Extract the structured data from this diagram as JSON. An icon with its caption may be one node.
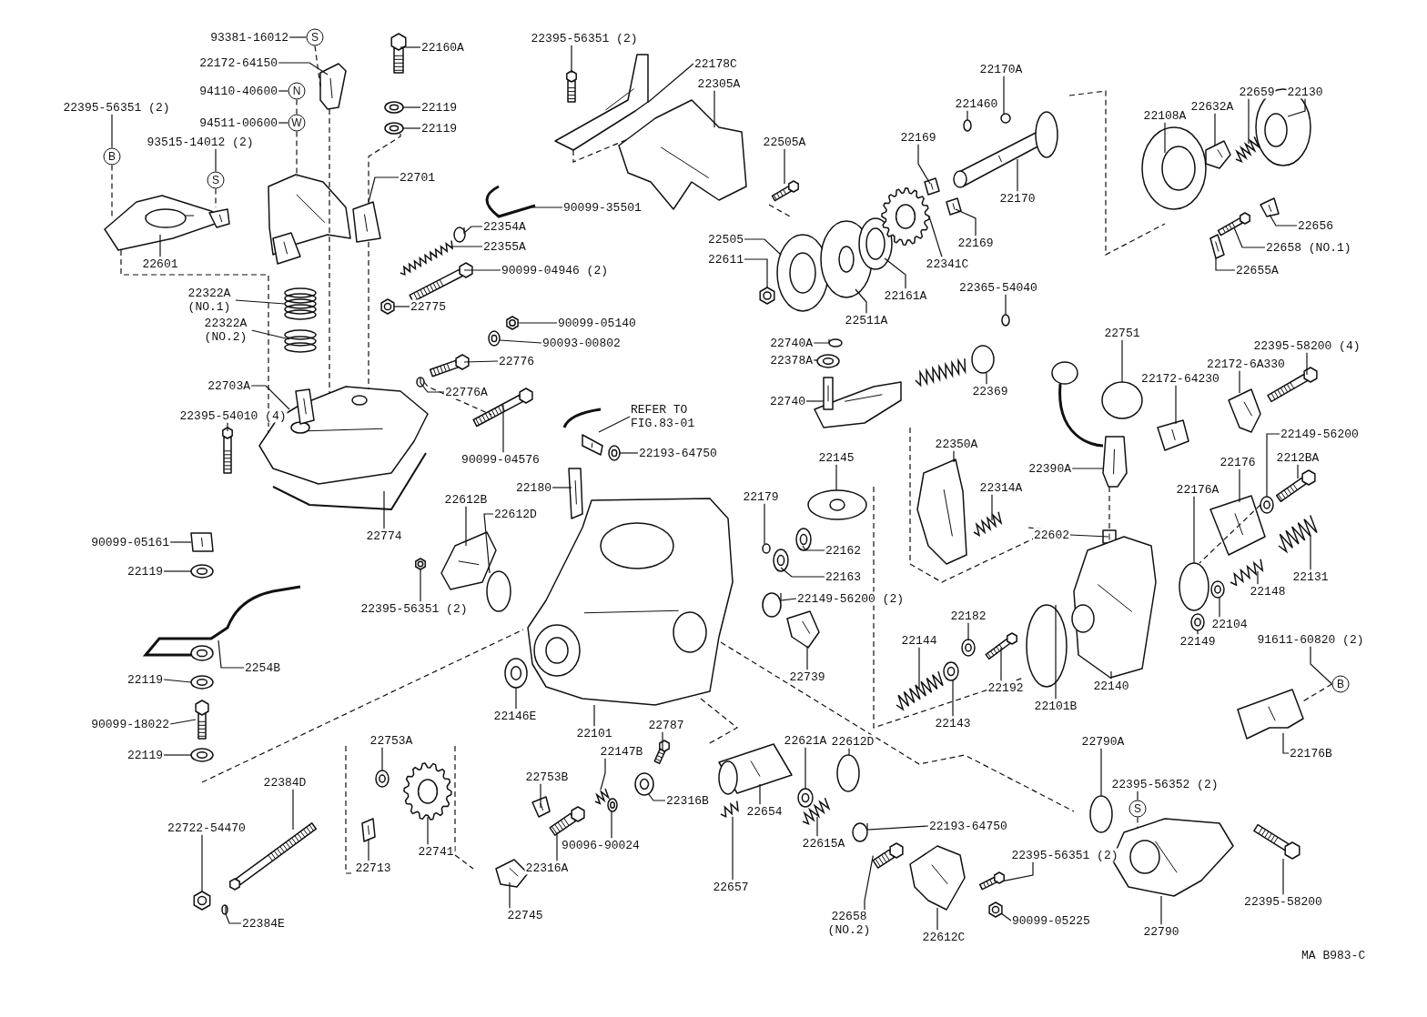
{
  "diagram": {
    "nodes": [
      {
        "text": [
          "93381-16012"
        ]
      },
      {
        "text": [
          "S"
        ]
      },
      {
        "text": [
          "22172-64150"
        ]
      },
      {
        "text": [
          "94110-40600"
        ]
      },
      {
        "text": [
          "N"
        ]
      },
      {
        "text": [
          "94511-00600"
        ]
      },
      {
        "text": [
          "W"
        ]
      },
      {
        "text": [
          "22395-56351 (2)"
        ]
      },
      {
        "text": [
          "B"
        ]
      },
      {
        "text": [
          "93515-14012 (2)"
        ]
      },
      {
        "text": [
          "S"
        ]
      },
      {
        "text": [
          "22601"
        ]
      },
      {
        "text": [
          "22160A"
        ]
      },
      {
        "text": [
          "22119"
        ]
      },
      {
        "text": [
          "22119"
        ]
      },
      {
        "text": [
          "22701"
        ]
      },
      {
        "text": [
          "90099-35501"
        ]
      },
      {
        "text": [
          "22354A"
        ]
      },
      {
        "text": [
          "22355A"
        ]
      },
      {
        "text": [
          "90099-04946 (2)"
        ]
      },
      {
        "text": [
          "22775"
        ]
      },
      {
        "text": [
          "90099-05140"
        ]
      },
      {
        "text": [
          "90093-00802"
        ]
      },
      {
        "text": [
          "22776"
        ]
      },
      {
        "text": [
          "22776A"
        ]
      },
      {
        "text": [
          "90099-04576"
        ]
      },
      {
        "text": [
          "22322A (NO.1)"
        ]
      },
      {
        "text": [
          "22322A (NO.2)"
        ]
      },
      {
        "text": [
          "22703A"
        ]
      },
      {
        "text": [
          "22395-54010 (4)"
        ]
      },
      {
        "text": [
          "22774"
        ]
      },
      {
        "text": [
          "22395-56351 (2)"
        ]
      },
      {
        "text": [
          "22178C"
        ]
      },
      {
        "text": [
          "22305A"
        ]
      },
      {
        "text": [
          "22505A"
        ]
      },
      {
        "text": [
          "22505"
        ]
      },
      {
        "text": [
          "22611"
        ]
      },
      {
        "text": [
          "22511A"
        ]
      },
      {
        "text": [
          "22161A"
        ]
      },
      {
        "text": [
          "22341C"
        ]
      },
      {
        "text": [
          "22169"
        ]
      },
      {
        "text": [
          "22169"
        ]
      },
      {
        "text": [
          "221460"
        ]
      },
      {
        "text": [
          "22170A"
        ]
      },
      {
        "text": [
          "22170"
        ]
      },
      {
        "text": [
          "22108A"
        ]
      },
      {
        "text": [
          "22632A"
        ]
      },
      {
        "text": [
          "22659"
        ]
      },
      {
        "text": [
          "22130"
        ]
      },
      {
        "text": [
          "22656"
        ]
      },
      {
        "text": [
          "22658 (NO.1)"
        ]
      },
      {
        "text": [
          "22655A"
        ]
      },
      {
        "text": [
          "22365-54040"
        ]
      },
      {
        "text": [
          "22740A"
        ]
      },
      {
        "text": [
          "22378A"
        ]
      },
      {
        "text": [
          "22740"
        ]
      },
      {
        "text": [
          "22369"
        ]
      },
      {
        "text": [
          "22751"
        ]
      },
      {
        "text": [
          "22172-64230"
        ]
      },
      {
        "text": [
          "22172-6A330"
        ]
      },
      {
        "text": [
          "22395-58200 (4)"
        ]
      },
      {
        "text": [
          "22145"
        ]
      },
      {
        "text": [
          "22350A"
        ]
      },
      {
        "text": [
          "22314A"
        ]
      },
      {
        "text": [
          "22390A"
        ]
      },
      {
        "text": [
          "22602"
        ]
      },
      {
        "text": [
          "22149-56200"
        ]
      },
      {
        "text": [
          "22176"
        ]
      },
      {
        "text": [
          "2212BA"
        ]
      },
      {
        "text": [
          "22179"
        ]
      },
      {
        "text": [
          "22162"
        ]
      },
      {
        "text": [
          "22163"
        ]
      },
      {
        "text": [
          "22149-56200 (2)"
        ]
      },
      {
        "text": [
          "22739"
        ]
      },
      {
        "text": [
          "22176A"
        ]
      },
      {
        "text": [
          "22131"
        ]
      },
      {
        "text": [
          "22148"
        ]
      },
      {
        "text": [
          "22104"
        ]
      },
      {
        "text": [
          "22149"
        ]
      },
      {
        "text": [
          "22144"
        ]
      },
      {
        "text": [
          "22182"
        ]
      },
      {
        "text": [
          "22192"
        ]
      },
      {
        "text": [
          "22101B"
        ]
      },
      {
        "text": [
          "22140"
        ]
      },
      {
        "text": [
          "22143"
        ]
      },
      {
        "text": [
          "91611-60820 (2)"
        ]
      },
      {
        "text": [
          "B"
        ]
      },
      {
        "text": [
          "22176B"
        ]
      },
      {
        "text": [
          "22193-64750"
        ]
      },
      {
        "text": [
          "REFER TO FIG.83-01"
        ]
      },
      {
        "text": [
          "22180"
        ]
      },
      {
        "text": [
          "22612B"
        ]
      },
      {
        "text": [
          "22612D"
        ]
      },
      {
        "text": [
          "22395-56351 (2)"
        ]
      },
      {
        "text": [
          "90099-05161"
        ]
      },
      {
        "text": [
          "22119"
        ]
      },
      {
        "text": [
          "2254B"
        ]
      },
      {
        "text": [
          "22119"
        ]
      },
      {
        "text": [
          "90099-18022"
        ]
      },
      {
        "text": [
          "22119"
        ]
      },
      {
        "text": [
          "22146E"
        ]
      },
      {
        "text": [
          "22101"
        ]
      },
      {
        "text": [
          "22787"
        ]
      },
      {
        "text": [
          "22147B"
        ]
      },
      {
        "text": [
          "22753A"
        ]
      },
      {
        "text": [
          "22753B"
        ]
      },
      {
        "text": [
          "22316B"
        ]
      },
      {
        "text": [
          "90096-90024"
        ]
      },
      {
        "text": [
          "22316A"
        ]
      },
      {
        "text": [
          "22745"
        ]
      },
      {
        "text": [
          "22384D"
        ]
      },
      {
        "text": [
          "22722-54470"
        ]
      },
      {
        "text": [
          "22713"
        ]
      },
      {
        "text": [
          "22741"
        ]
      },
      {
        "text": [
          "22384E"
        ]
      },
      {
        "text": [
          "22621A"
        ]
      },
      {
        "text": [
          "22654"
        ]
      },
      {
        "text": [
          "22657"
        ]
      },
      {
        "text": [
          "22615A"
        ]
      },
      {
        "text": [
          "22612D"
        ]
      },
      {
        "text": [
          "22193-64750"
        ]
      },
      {
        "text": [
          "22658 (NO.2)"
        ]
      },
      {
        "text": [
          "22612C"
        ]
      },
      {
        "text": [
          "22395-56351 (2)"
        ]
      },
      {
        "text": [
          "90099-05225"
        ]
      },
      {
        "text": [
          "22790A"
        ]
      },
      {
        "text": [
          "22395-56352 (2)"
        ]
      },
      {
        "text": [
          "S"
        ]
      },
      {
        "text": [
          "22395-58200"
        ]
      },
      {
        "text": [
          "22790"
        ]
      },
      {
        "text": [],
        "shape": "picture"
      },
      {
        "text": [],
        "shape": "picture"
      },
      {
        "text": [],
        "shape": "picture"
      },
      {
        "text": [],
        "shape": "picture"
      },
      {
        "text": [],
        "shape": "picture"
      },
      {
        "text": [],
        "shape": "picture"
      },
      {
        "text": [],
        "shape": "picture"
      },
      {
        "text": [],
        "shape": "picture"
      },
      {
        "text": [],
        "shape": "circle"
      },
      {
        "text": [],
        "shape": "picture"
      },
      {
        "text": [],
        "shape": "picture"
      },
      {
        "text": [],
        "shape": "picture"
      },
      {
        "text": [],
        "shape": "picture"
      },
      {
        "text": [],
        "shape": "picture"
      },
      {
        "text": [],
        "shape": "picture"
      },
      {
        "text": [],
        "shape": "circle"
      },
      {
        "text": [],
        "shape": "picture"
      },
      {
        "text": [],
        "shape": "picture"
      },
      {
        "text": [],
        "shape": "picture"
      },
      {
        "text": [],
        "shape": "picture"
      },
      {
        "text": [],
        "shape": "picture"
      },
      {
        "text": [],
        "shape": "picture"
      },
      {
        "text": [],
        "shape": "picture"
      },
      {
        "text": [],
        "shape": "picture"
      },
      {
        "text": [],
        "shape": "picture"
      },
      {
        "text": [],
        "shape": "picture"
      },
      {
        "text": [],
        "shape": "picture"
      },
      {
        "text": [],
        "shape": "picture"
      },
      {
        "text": [],
        "shape": "picture"
      },
      {
        "text": [],
        "shape": "picture"
      },
      {
        "text": [],
        "shape": "picture"
      },
      {
        "text": [],
        "shape": "picture"
      },
      {
        "text": [],
        "shape": "picture"
      },
      {
        "text": [],
        "shape": "circle"
      },
      {
        "text": [],
        "shape": "circle"
      },
      {
        "text": [],
        "shape": "picture"
      },
      {
        "text": [],
        "shape": "picture"
      },
      {
        "text": [],
        "shape": "picture"
      },
      {
        "text": [],
        "shape": "picture"
      },
      {
        "text": [],
        "shape": "picture"
      },
      {
        "text": [],
        "shape": "picture"
      },
      {
        "text": [],
        "shape": "picture"
      },
      {
        "text": [],
        "shape": "picture"
      },
      {
        "text": [],
        "shape": "circle"
      },
      {
        "text": [],
        "shape": "circle"
      },
      {
        "text": [],
        "shape": "picture"
      },
      {
        "text": [],
        "shape": "picture"
      },
      {
        "text": [],
        "shape": "picture"
      },
      {
        "text": [],
        "shape": "circle"
      },
      {
        "text": [],
        "shape": "picture"
      },
      {
        "text": [],
        "shape": "picture"
      },
      {
        "text": [],
        "shape": "picture"
      },
      {
        "text": [],
        "shape": "picture"
      },
      {
        "text": [],
        "shape": "picture"
      },
      {
        "text": [],
        "shape": "picture"
      },
      {
        "text": [],
        "shape": "picture"
      },
      {
        "text": [],
        "shape": "picture"
      },
      {
        "text": [],
        "shape": "picture"
      },
      {
        "text": [],
        "shape": "picture"
      },
      {
        "text": [],
        "shape": "picture"
      },
      {
        "text": [],
        "shape": "circle"
      },
      {
        "text": [],
        "shape": "picture"
      },
      {
        "text": [],
        "shape": "picture"
      },
      {
        "text": [],
        "shape": "circle"
      },
      {
        "text": [],
        "shape": "picture"
      },
      {
        "text": [],
        "shape": "circle"
      },
      {
        "text": [],
        "shape": "picture"
      },
      {
        "text": [],
        "shape": "picture"
      },
      {
        "text": [],
        "shape": "picture"
      },
      {
        "text": [],
        "shape": "picture"
      },
      {
        "text": [],
        "shape": "picture"
      },
      {
        "text": [],
        "shape": "picture"
      },
      {
        "text": [],
        "shape": "picture"
      },
      {
        "text": [],
        "shape": "circle"
      },
      {
        "text": [],
        "shape": "picture"
      },
      {
        "text": [],
        "shape": "picture"
      },
      {
        "text": [],
        "shape": "picture"
      },
      {
        "text": [],
        "shape": "picture"
      },
      {
        "text": [],
        "shape": "picture"
      },
      {
        "text": [],
        "shape": "picture"
      },
      {
        "text": [],
        "shape": "picture"
      },
      {
        "text": [],
        "shape": "circle"
      },
      {
        "text": [],
        "shape": "picture"
      },
      {
        "text": [],
        "shape": "picture"
      },
      {
        "text": [],
        "shape": "picture"
      },
      {
        "text": [],
        "shape": "picture"
      },
      {
        "text": [],
        "shape": "picture"
      },
      {
        "text": [],
        "shape": "picture"
      },
      {
        "text": [],
        "shape": "picture"
      },
      {
        "text": [],
        "shape": "picture"
      },
      {
        "text": [],
        "shape": "picture"
      },
      {
        "text": [],
        "shape": "picture"
      },
      {
        "text": [],
        "shape": "picture"
      },
      {
        "text": [],
        "shape": "picture"
      },
      {
        "text": [],
        "shape": "picture"
      },
      {
        "text": [],
        "shape": "picture"
      },
      {
        "text": [],
        "shape": "picture"
      },
      {
        "text": [],
        "shape": "picture"
      },
      {
        "text": [],
        "shape": "picture"
      },
      {
        "text": [],
        "shape": "picture"
      },
      {
        "text": [],
        "shape": "picture"
      },
      {
        "text": [],
        "shape": "picture"
      },
      {
        "text": [],
        "shape": "picture"
      },
      {
        "text": [],
        "shape": "circle"
      },
      {
        "text": [],
        "shape": "picture"
      },
      {
        "text": [],
        "shape": "picture"
      },
      {
        "text": [],
        "shape": "picture"
      },
      {
        "text": [],
        "shape": "picture"
      },
      {
        "text": [],
        "shape": "circle"
      },
      {
        "text": [],
        "shape": "circle"
      },
      {
        "text": [],
        "shape": "picture"
      },
      {
        "text": [],
        "shape": "picture"
      },
      {
        "text": [],
        "shape": "picture"
      },
      {
        "text": [],
        "shape": "picture"
      },
      {
        "text": [],
        "shape": "circle"
      },
      {
        "text": [],
        "shape": "picture"
      },
      {
        "text": [],
        "shape": "picture"
      }
    ],
    "edges": [
      {
        "from": 0,
        "to": 1,
        "arrow": "none"
      },
      {
        "from": 1,
        "to": 130,
        "arrow": "none",
        "style": "dashed"
      },
      {
        "from": 2,
        "to": 130,
        "arrow": "none"
      },
      {
        "from": 3,
        "to": 4,
        "arrow": "none"
      },
      {
        "from": 4,
        "to": 6,
        "arrow": "none",
        "style": "dashed"
      },
      {
        "from": 5,
        "to": 6,
        "arrow": "none"
      },
      {
        "from": 6,
        "to": 131,
        "arrow": "none",
        "style": "dashed"
      },
      {
        "from": 7,
        "to": 8,
        "arrow": "none"
      },
      {
        "from": 8,
        "to": 132,
        "arrow": "none",
        "style": "dashed"
      },
      {
        "from": 9,
        "to": 10,
        "arrow": "none"
      },
      {
        "from": 10,
        "to": 132,
        "arrow": "none",
        "style": "dashed"
      },
      {
        "from": 11,
        "to": 132,
        "arrow": "none"
      },
      {
        "from": 12,
        "to": 133,
        "arrow": "none"
      },
      {
        "from": 13,
        "to": 134,
        "arrow": "none"
      },
      {
        "from": 14,
        "to": 135,
        "arrow": "none"
      },
      {
        "from": 15,
        "to": 136,
        "arrow": "none"
      },
      {
        "from": 16,
        "to": 137,
        "arrow": "none"
      },
      {
        "from": 17,
        "to": 138,
        "arrow": "none"
      },
      {
        "from": 18,
        "to": 139,
        "arrow": "none"
      },
      {
        "from": 19,
        "to": 140,
        "arrow": "none"
      },
      {
        "from": 20,
        "to": 141,
        "arrow": "none"
      },
      {
        "from": 21,
        "to": 142,
        "arrow": "none"
      },
      {
        "from": 22,
        "to": 143,
        "arrow": "none"
      },
      {
        "from": 23,
        "to": 144,
        "arrow": "none"
      },
      {
        "from": 24,
        "to": 145,
        "arrow": "none"
      },
      {
        "from": 25,
        "to": 146,
        "arrow": "none"
      },
      {
        "from": 26,
        "to": 147,
        "arrow": "none"
      },
      {
        "from": 27,
        "to": 148,
        "arrow": "none"
      },
      {
        "from": 28,
        "to": 149,
        "arrow": "none"
      },
      {
        "from": 29,
        "to": 150,
        "arrow": "none"
      },
      {
        "from": 30,
        "to": 151,
        "arrow": "none"
      },
      {
        "from": 31,
        "to": 152,
        "arrow": "none"
      },
      {
        "from": 32,
        "to": 153,
        "arrow": "none"
      },
      {
        "from": 33,
        "to": 154,
        "arrow": "none"
      },
      {
        "from": 34,
        "to": 155,
        "arrow": "none"
      },
      {
        "from": 35,
        "to": 156,
        "arrow": "none"
      },
      {
        "from": 36,
        "to": 157,
        "arrow": "none"
      },
      {
        "from": 37,
        "to": 158,
        "arrow": "none"
      },
      {
        "from": 38,
        "to": 159,
        "arrow": "none"
      },
      {
        "from": 39,
        "to": 160,
        "arrow": "none"
      },
      {
        "from": 40,
        "to": 161,
        "arrow": "none"
      },
      {
        "from": 41,
        "to": 162,
        "arrow": "none"
      },
      {
        "from": 42,
        "to": 163,
        "arrow": "none"
      },
      {
        "from": 43,
        "to": 164,
        "arrow": "none"
      },
      {
        "from": 44,
        "to": 165,
        "arrow": "none"
      },
      {
        "from": 45,
        "to": 166,
        "arrow": "none"
      },
      {
        "from": 46,
        "to": 167,
        "arrow": "none"
      },
      {
        "from": 47,
        "to": 168,
        "arrow": "none"
      },
      {
        "from": 48,
        "to": 169,
        "arrow": "none"
      },
      {
        "from": 49,
        "to": 170,
        "arrow": "none"
      },
      {
        "from": 50,
        "to": 171,
        "arrow": "none"
      },
      {
        "from": 51,
        "to": 172,
        "arrow": "none"
      },
      {
        "from": 52,
        "to": 173,
        "arrow": "none"
      },
      {
        "from": 53,
        "to": 174,
        "arrow": "none"
      },
      {
        "from": 54,
        "to": 175,
        "arrow": "none"
      },
      {
        "from": 55,
        "to": 176,
        "arrow": "none"
      },
      {
        "from": 56,
        "to": 177,
        "arrow": "none"
      },
      {
        "from": 57,
        "to": 178,
        "arrow": "none"
      },
      {
        "from": 58,
        "to": 179,
        "arrow": "none"
      },
      {
        "from": 59,
        "to": 180,
        "arrow": "none"
      },
      {
        "from": 60,
        "to": 181,
        "arrow": "none"
      },
      {
        "from": 61,
        "to": 182,
        "arrow": "none"
      },
      {
        "from": 62,
        "to": 183,
        "arrow": "none"
      },
      {
        "from": 63,
        "to": 184,
        "arrow": "none"
      },
      {
        "from": 64,
        "to": 185,
        "arrow": "none"
      },
      {
        "from": 65,
        "to": 186,
        "arrow": "none"
      },
      {
        "from": 66,
        "to": 187,
        "arrow": "none"
      },
      {
        "from": 67,
        "to": 188,
        "arrow": "none"
      },
      {
        "from": 68,
        "to": 189,
        "arrow": "none"
      },
      {
        "from": 69,
        "to": 190,
        "arrow": "none"
      },
      {
        "from": 70,
        "to": 191,
        "arrow": "none"
      },
      {
        "from": 71,
        "to": 192,
        "arrow": "none"
      },
      {
        "from": 72,
        "to": 193,
        "arrow": "none"
      },
      {
        "from": 73,
        "to": 194,
        "arrow": "none"
      },
      {
        "from": 74,
        "to": 195,
        "arrow": "none"
      },
      {
        "from": 75,
        "to": 196,
        "arrow": "none"
      },
      {
        "from": 76,
        "to": 197,
        "arrow": "none"
      },
      {
        "from": 77,
        "to": 198,
        "arrow": "none"
      },
      {
        "from": 78,
        "to": 199,
        "arrow": "none"
      },
      {
        "from": 79,
        "to": 200,
        "arrow": "none"
      },
      {
        "from": 80,
        "to": 201,
        "arrow": "none"
      },
      {
        "from": 81,
        "to": 202,
        "arrow": "none"
      },
      {
        "from": 82,
        "to": 203,
        "arrow": "none"
      },
      {
        "from": 83,
        "to": 204,
        "arrow": "none"
      },
      {
        "from": 84,
        "to": 205,
        "arrow": "none"
      },
      {
        "from": 85,
        "to": 86,
        "arrow": "none"
      },
      {
        "from": 86,
        "to": 206,
        "arrow": "none",
        "style": "dashed"
      },
      {
        "from": 87,
        "to": 206,
        "arrow": "none"
      },
      {
        "from": 88,
        "to": 207,
        "arrow": "none"
      },
      {
        "from": 89,
        "to": 208,
        "arrow": "none"
      },
      {
        "from": 90,
        "to": 209,
        "arrow": "none"
      },
      {
        "from": 91,
        "to": 210,
        "arrow": "none"
      },
      {
        "from": 92,
        "to": 211,
        "arrow": "none"
      },
      {
        "from": 93,
        "to": 212,
        "arrow": "none"
      },
      {
        "from": 94,
        "to": 213,
        "arrow": "none"
      },
      {
        "from": 95,
        "to": 214,
        "arrow": "none"
      },
      {
        "from": 96,
        "to": 215,
        "arrow": "none"
      },
      {
        "from": 97,
        "to": 216,
        "arrow": "none"
      },
      {
        "from": 98,
        "to": 217,
        "arrow": "none"
      },
      {
        "from": 99,
        "to": 218,
        "arrow": "none"
      },
      {
        "from": 100,
        "to": 219,
        "arrow": "none"
      },
      {
        "from": 101,
        "to": 220,
        "arrow": "none"
      },
      {
        "from": 102,
        "to": 221,
        "arrow": "none"
      },
      {
        "from": 103,
        "to": 222,
        "arrow": "none"
      },
      {
        "from": 104,
        "to": 223,
        "arrow": "none"
      },
      {
        "from": 105,
        "to": 224,
        "arrow": "none"
      },
      {
        "from": 106,
        "to": 225,
        "arrow": "none"
      },
      {
        "from": 107,
        "to": 226,
        "arrow": "none"
      },
      {
        "from": 108,
        "to": 227,
        "arrow": "none"
      },
      {
        "from": 109,
        "to": 228,
        "arrow": "none"
      },
      {
        "from": 110,
        "to": 229,
        "arrow": "none"
      },
      {
        "from": 111,
        "to": 230,
        "arrow": "none"
      },
      {
        "from": 112,
        "to": 231,
        "arrow": "none"
      },
      {
        "from": 113,
        "to": 232,
        "arrow": "none"
      },
      {
        "from": 114,
        "to": 233,
        "arrow": "none"
      },
      {
        "from": 115,
        "to": 234,
        "arrow": "none"
      },
      {
        "from": 116,
        "to": 235,
        "arrow": "none"
      },
      {
        "from": 117,
        "to": 236,
        "arrow": "none"
      },
      {
        "from": 118,
        "to": 237,
        "arrow": "none"
      },
      {
        "from": 119,
        "to": 238,
        "arrow": "none"
      },
      {
        "from": 120,
        "to": 239,
        "arrow": "none"
      },
      {
        "from": 121,
        "to": 240,
        "arrow": "none"
      },
      {
        "from": 122,
        "to": 241,
        "arrow": "none"
      },
      {
        "from": 123,
        "to": 242,
        "arrow": "none"
      },
      {
        "from": 124,
        "to": 243,
        "arrow": "none"
      },
      {
        "from": 125,
        "to": 244,
        "arrow": "none"
      },
      {
        "from": 126,
        "to": 127,
        "arrow": "none"
      },
      {
        "from": 127,
        "to": 245,
        "arrow": "none",
        "style": "dashed"
      },
      {
        "from": 128,
        "to": 246,
        "arrow": "none"
      },
      {
        "from": 129,
        "to": 245,
        "arrow": "none"
      },
      {
        "from": 132,
        "to": 149,
        "arrow": "none",
        "style": "dashed"
      },
      {
        "from": 130,
        "to": 149,
        "arrow": "none",
        "style": "dashed"
      },
      {
        "from": 136,
        "to": 149,
        "arrow": "none",
        "style": "dashed"
      },
      {
        "from": 135,
        "to": 136,
        "arrow": "none",
        "style": "dashed"
      },
      {
        "from": 145,
        "to": 146,
        "arrow": "none",
        "style": "dashed"
      },
      {
        "from": 153,
        "to": 154,
        "arrow": "none",
        "style": "dashed"
      },
      {
        "from": 187,
        "to": 195,
        "arrow": "none",
        "style": "dashed"
      },
      {
        "from": 185,
        "to": 186,
        "arrow": "none",
        "style": "dashed"
      }
    ],
    "labels": [
      "MA B983-C"
    ]
  }
}
